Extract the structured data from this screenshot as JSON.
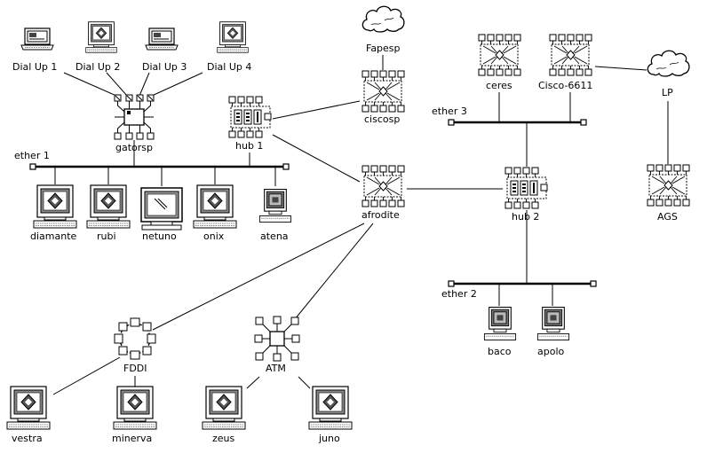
{
  "nodes": {
    "dialup1": {
      "label": "Dial Up 1",
      "icon": "laptop-icon"
    },
    "dialup2": {
      "label": "Dial Up 2",
      "icon": "workstation-icon"
    },
    "dialup3": {
      "label": "Dial Up 3",
      "icon": "laptop-icon"
    },
    "dialup4": {
      "label": "Dial Up 4",
      "icon": "workstation-icon"
    },
    "gatorsp": {
      "label": "gatorsp",
      "icon": "terminal-server-icon"
    },
    "hub1": {
      "label": "hub 1",
      "icon": "hub-icon"
    },
    "fapesp": {
      "label": "Fapesp",
      "icon": "cloud-icon"
    },
    "ciscosp": {
      "label": "ciscosp",
      "icon": "router-icon"
    },
    "ceres": {
      "label": "ceres",
      "icon": "router-icon"
    },
    "cisco6611": {
      "label": "Cisco-6611",
      "icon": "router-icon"
    },
    "lp": {
      "label": "LP",
      "icon": "cloud-icon"
    },
    "ags": {
      "label": "AGS",
      "icon": "router-icon"
    },
    "afrodite": {
      "label": "afrodite",
      "icon": "router-icon"
    },
    "hub2": {
      "label": "hub 2",
      "icon": "hub-icon"
    },
    "diamante": {
      "label": "diamante",
      "icon": "workstation-icon"
    },
    "rubi": {
      "label": "rubi",
      "icon": "workstation-icon"
    },
    "netuno": {
      "label": "netuno",
      "icon": "monitor-icon"
    },
    "onix": {
      "label": "onix",
      "icon": "workstation-icon"
    },
    "atena": {
      "label": "atena",
      "icon": "workstation-icon"
    },
    "baco": {
      "label": "baco",
      "icon": "workstation-icon"
    },
    "apolo": {
      "label": "apolo",
      "icon": "workstation-icon"
    },
    "fddi": {
      "label": "FDDI",
      "icon": "fddi-ring-icon"
    },
    "atm": {
      "label": "ATM",
      "icon": "atm-switch-icon"
    },
    "vestra": {
      "label": "vestra",
      "icon": "workstation-icon"
    },
    "minerva": {
      "label": "minerva",
      "icon": "workstation-icon"
    },
    "zeus": {
      "label": "zeus",
      "icon": "workstation-icon"
    },
    "juno": {
      "label": "juno",
      "icon": "workstation-icon"
    }
  },
  "buses": {
    "ether1": {
      "label": "ether 1"
    },
    "ether2": {
      "label": "ether 2"
    },
    "ether3": {
      "label": "ether 3"
    }
  },
  "links": [
    [
      "dialup1",
      "gatorsp"
    ],
    [
      "dialup2",
      "gatorsp"
    ],
    [
      "dialup3",
      "gatorsp"
    ],
    [
      "dialup4",
      "gatorsp"
    ],
    [
      "gatorsp",
      "ether1"
    ],
    [
      "hub1",
      "ether1"
    ],
    [
      "diamante",
      "ether1"
    ],
    [
      "rubi",
      "ether1"
    ],
    [
      "netuno",
      "ether1"
    ],
    [
      "onix",
      "ether1"
    ],
    [
      "atena",
      "ether1"
    ],
    [
      "hub1",
      "ciscosp"
    ],
    [
      "hub1",
      "afrodite"
    ],
    [
      "fapesp",
      "ciscosp"
    ],
    [
      "afrodite",
      "hub2"
    ],
    [
      "hub2",
      "ether3"
    ],
    [
      "ceres",
      "ether3"
    ],
    [
      "cisco6611",
      "ether3"
    ],
    [
      "cisco6611",
      "lp"
    ],
    [
      "lp",
      "ags"
    ],
    [
      "hub2",
      "ether2"
    ],
    [
      "baco",
      "ether2"
    ],
    [
      "apolo",
      "ether2"
    ],
    [
      "afrodite",
      "fddi"
    ],
    [
      "afrodite",
      "atm"
    ],
    [
      "fddi",
      "vestra"
    ],
    [
      "fddi",
      "minerva"
    ],
    [
      "atm",
      "zeus"
    ],
    [
      "atm",
      "juno"
    ]
  ]
}
